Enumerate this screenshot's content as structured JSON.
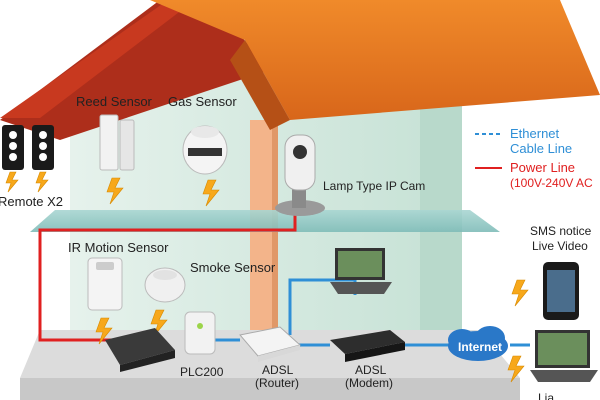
{
  "labels": {
    "reed_sensor": "Reed Sensor",
    "gas_sensor": "Gas Sensor",
    "remote": "Remote X2",
    "ip_cam": "Lamp Type IP Cam",
    "ir_motion": "IR Motion Sensor",
    "smoke_sensor": "Smoke Sensor",
    "plc200": "PLC200",
    "adsl_router_line1": "ADSL",
    "adsl_router_line2": "(Router)",
    "adsl_modem_line1": "ADSL",
    "adsl_modem_line2": "(Modem)",
    "internet": "Internet",
    "sms_line1": "SMS notice",
    "sms_line2": "Live Video",
    "live_partial": "Lia"
  },
  "legend": {
    "ethernet_line1": "Ethernet",
    "ethernet_line2": "Cable Line",
    "power_line1": "Power Line",
    "power_line2": "(100V-240V AC"
  },
  "colors": {
    "roof": "#e8731c",
    "wall": "#cfe7dc",
    "floor": "#dcdcdc",
    "ethernet": "#2f8fd6",
    "power": "#e02020",
    "bolt": "#f7a81b",
    "internet_cloud": "#2a78c8"
  },
  "icons": [
    "lightning-bolt-icon",
    "cloud-icon"
  ]
}
